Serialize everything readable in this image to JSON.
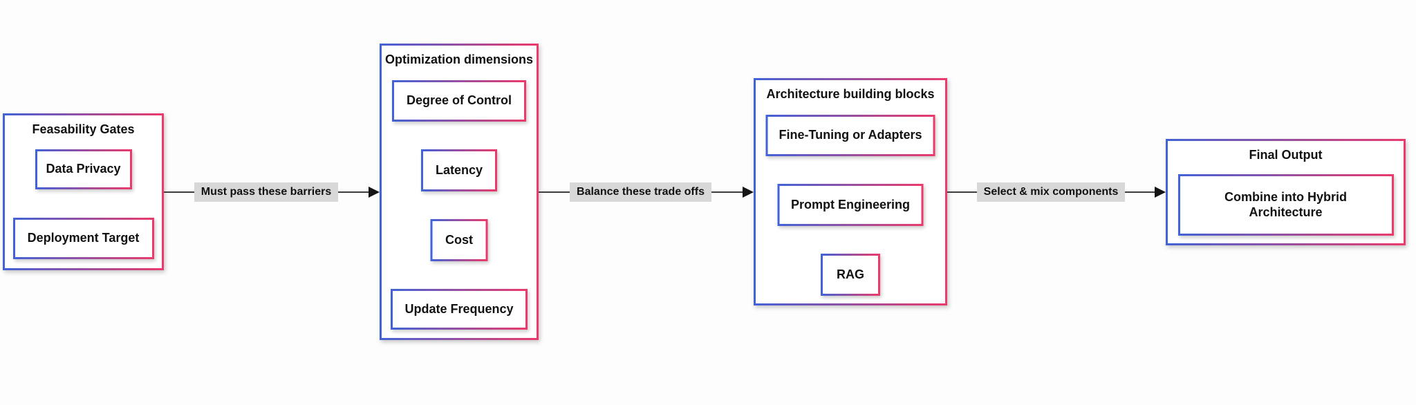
{
  "page": {
    "background": "#fdfdfd"
  },
  "theme": {
    "border_gradient_start": "#4262d6",
    "border_gradient_end": "#eb3a6b",
    "connector_label_bg": "#d8d8d8",
    "connector_line_color": "#3d3d3d",
    "arrowhead_color": "#151515",
    "text_color": "#111111",
    "node_bg": "#ffffff"
  },
  "diagram": {
    "groups": [
      {
        "title": "Feasability Gates",
        "items": [
          "Data Privacy",
          "Deployment Target"
        ]
      },
      {
        "title": "Optimization dimensions",
        "items": [
          "Degree of Control",
          "Latency",
          "Cost",
          "Update Frequency"
        ]
      },
      {
        "title": "Architecture building blocks",
        "items": [
          "Fine-Tuning or Adapters",
          "Prompt Engineering",
          "RAG"
        ]
      },
      {
        "title": "Final Output",
        "items": [
          "Combine into Hybrid Architecture"
        ]
      }
    ],
    "connectors": [
      {
        "label": "Must pass these barriers"
      },
      {
        "label": "Balance these trade offs"
      },
      {
        "label": "Select & mix components"
      }
    ]
  }
}
